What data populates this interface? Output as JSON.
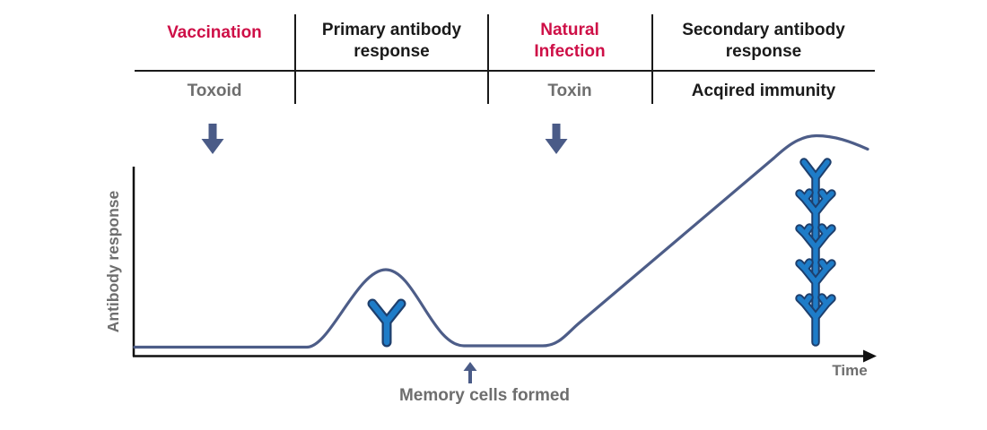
{
  "header": {
    "columns": [
      {
        "title": "Vaccination",
        "subtitle": "Toxoid",
        "title_style": "highlight"
      },
      {
        "title": "Primary antibody\nresponse",
        "subtitle": "",
        "title_style": "normal"
      },
      {
        "title": "Natural\nInfection",
        "subtitle": "Toxin",
        "title_style": "highlight"
      },
      {
        "title": "Secondary antibody\nresponse",
        "subtitle": "Acqired immunity",
        "title_style": "normal"
      }
    ]
  },
  "chart": {
    "y_axis_label": "Antibody response",
    "x_axis_label": "Time",
    "memory_annotation": "Memory cells formed",
    "curve_phases": [
      "flat low baseline after vaccination (toxoid) exposure",
      "small primary antibody response peak",
      "decline back to baseline as memory cells are formed",
      "steep large secondary antibody response after natural infection (toxin), peaking high then levelling"
    ]
  },
  "antibody_icons": {
    "primary_count": 1,
    "secondary_count": 5,
    "fill": "#1e7cc8",
    "outline": "#1e3f6d"
  },
  "colors": {
    "highlight_red": "#ce0f47",
    "text_black": "#1a1a1a",
    "text_gray": "#6e6e6e",
    "curve_slate": "#4d5d88",
    "arrow_slate": "#4a5b87",
    "axis_black": "#111111",
    "background": "#ffffff"
  }
}
